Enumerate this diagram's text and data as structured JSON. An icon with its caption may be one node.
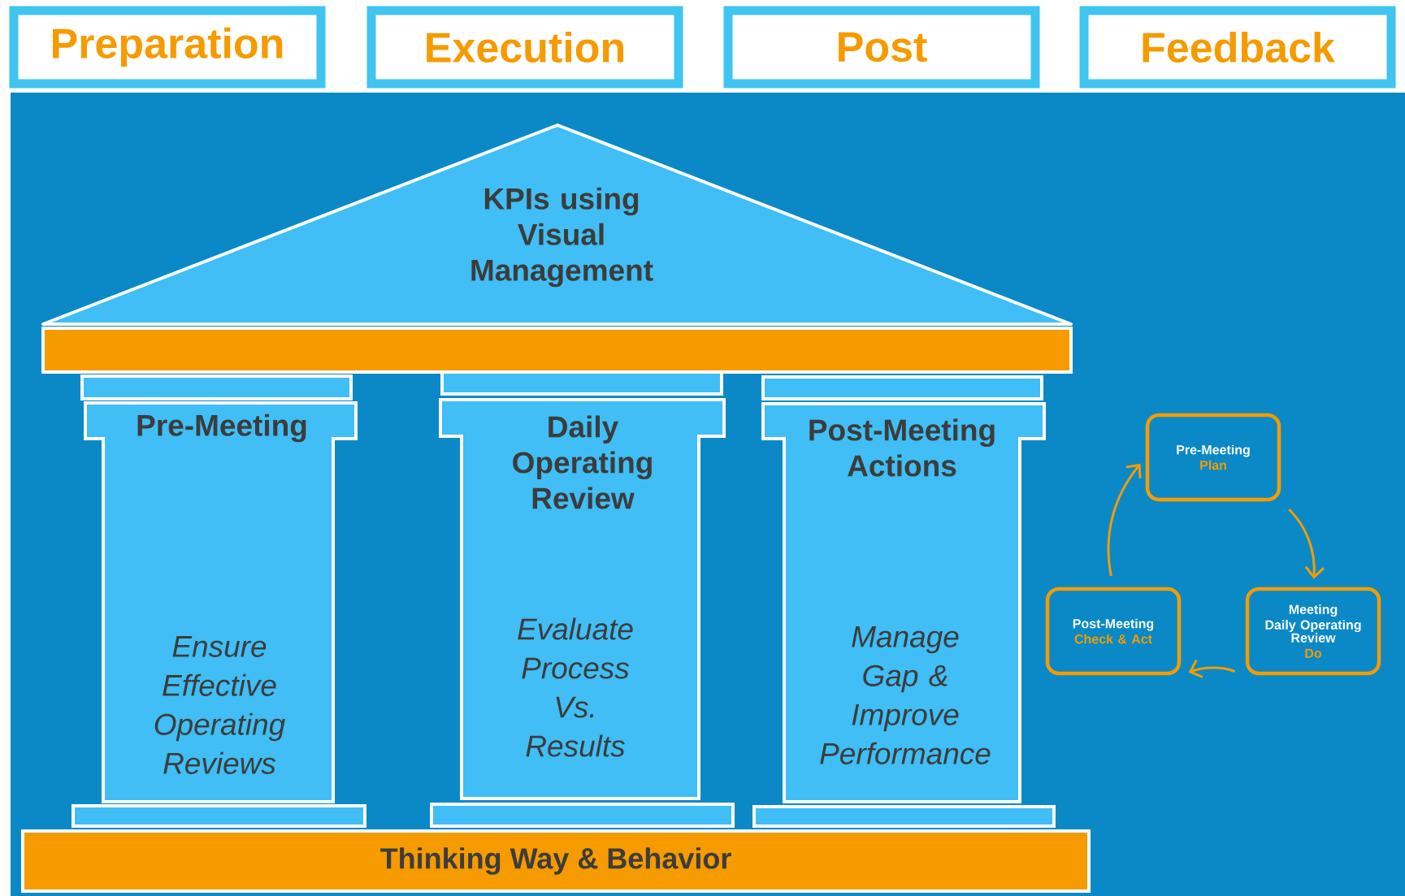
{
  "diagram": {
    "nodes": [
      {
        "text": [
          "Preparation"
        ]
      },
      {
        "text": [
          "Execution"
        ]
      },
      {
        "text": [
          "Post"
        ]
      },
      {
        "text": [
          "Feedback"
        ]
      },
      {
        "text": [
          "KPIs using Visual Management"
        ]
      },
      {
        "text": [
          "Pre-Meeting",
          "Ensure Effective Operating Reviews"
        ]
      },
      {
        "text": [
          "Daily Operating Review",
          "Evaluate Process Vs. Results"
        ]
      },
      {
        "text": [
          "Post-Meeting Actions",
          "Manage Gap & Improve Performance"
        ]
      },
      {
        "text": [
          "Thinking Way & Behavior"
        ]
      },
      {
        "text": [
          "Pre-Meeting",
          "Plan"
        ]
      },
      {
        "text": [
          "Meeting",
          "Daily Operating Review",
          "Do"
        ]
      },
      {
        "text": [
          "Post-Meeting",
          "Check & Act"
        ]
      }
    ],
    "edges": [
      {
        "from": 9,
        "to": 10,
        "arrow": "to"
      },
      {
        "from": 10,
        "to": 11,
        "arrow": "to"
      },
      {
        "from": 11,
        "to": 9,
        "arrow": "to"
      }
    ]
  }
}
